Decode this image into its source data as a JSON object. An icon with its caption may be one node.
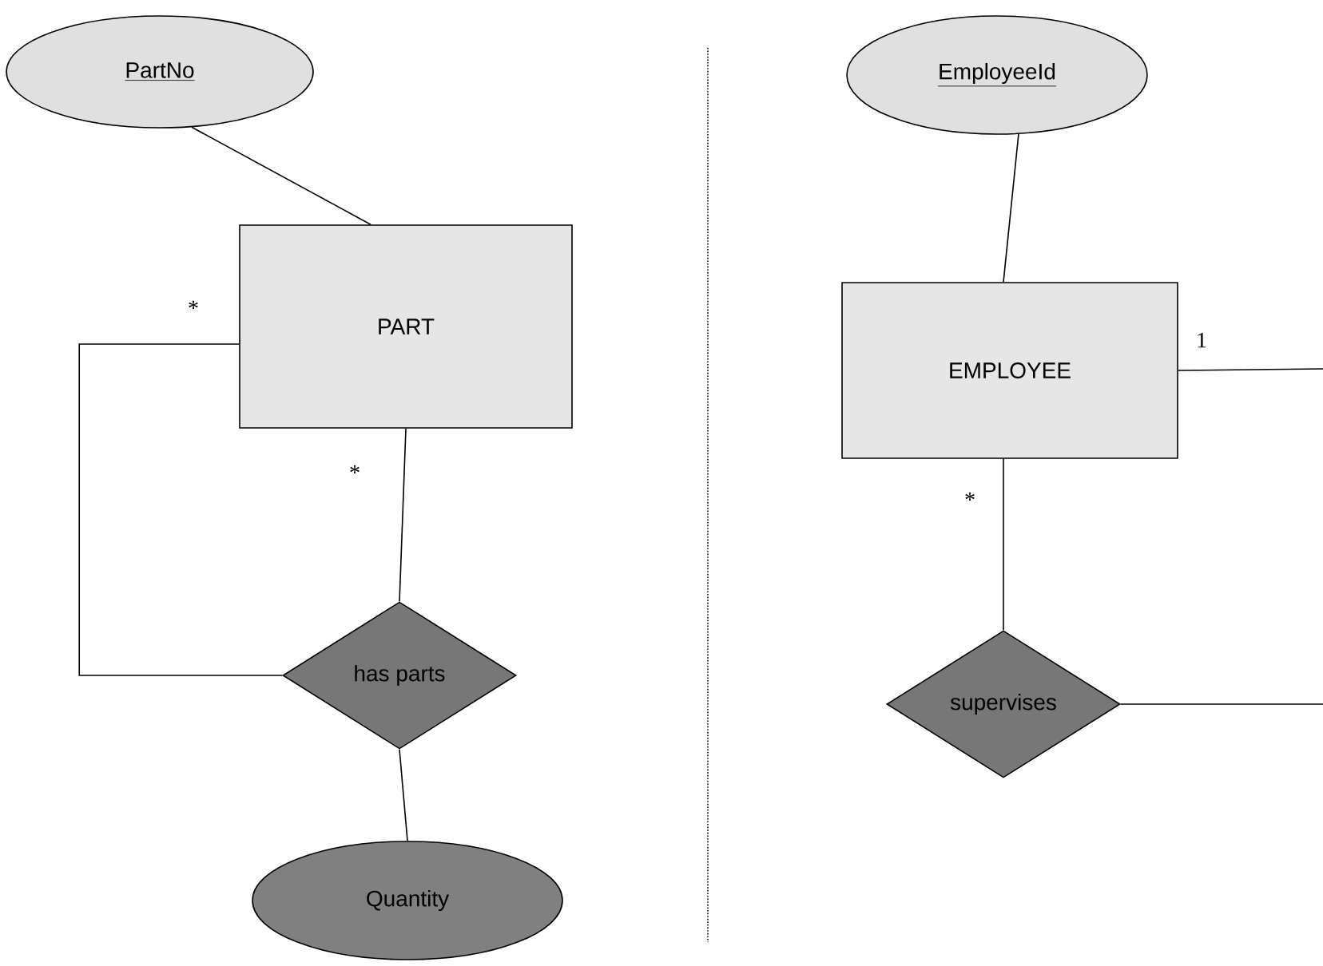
{
  "diagram": {
    "nodes": [
      {
        "text": [
          "PartNo"
        ]
      },
      {
        "text": [
          "PART"
        ]
      },
      {
        "text": [
          "has parts"
        ]
      },
      {
        "text": [
          "Quantity"
        ]
      },
      {
        "text": [
          "EmployeeId"
        ]
      },
      {
        "text": [
          "EMPLOYEE"
        ]
      },
      {
        "text": [
          "supervises"
        ]
      }
    ],
    "edges": [
      {
        "from": 0,
        "to": 1,
        "arrow": "none"
      },
      {
        "from": 1,
        "to": 2,
        "arrow": "none",
        "label": "*"
      },
      {
        "from": 1,
        "to": 2,
        "arrow": "none",
        "label": "*"
      },
      {
        "from": 2,
        "to": 3,
        "arrow": "none"
      },
      {
        "from": 4,
        "to": 5,
        "arrow": "none"
      },
      {
        "from": 5,
        "to": null,
        "arrow": "none",
        "label": "1"
      },
      {
        "from": 5,
        "to": 6,
        "arrow": "none",
        "label": "*"
      },
      {
        "from": 6,
        "to": null,
        "arrow": "none"
      }
    ]
  }
}
